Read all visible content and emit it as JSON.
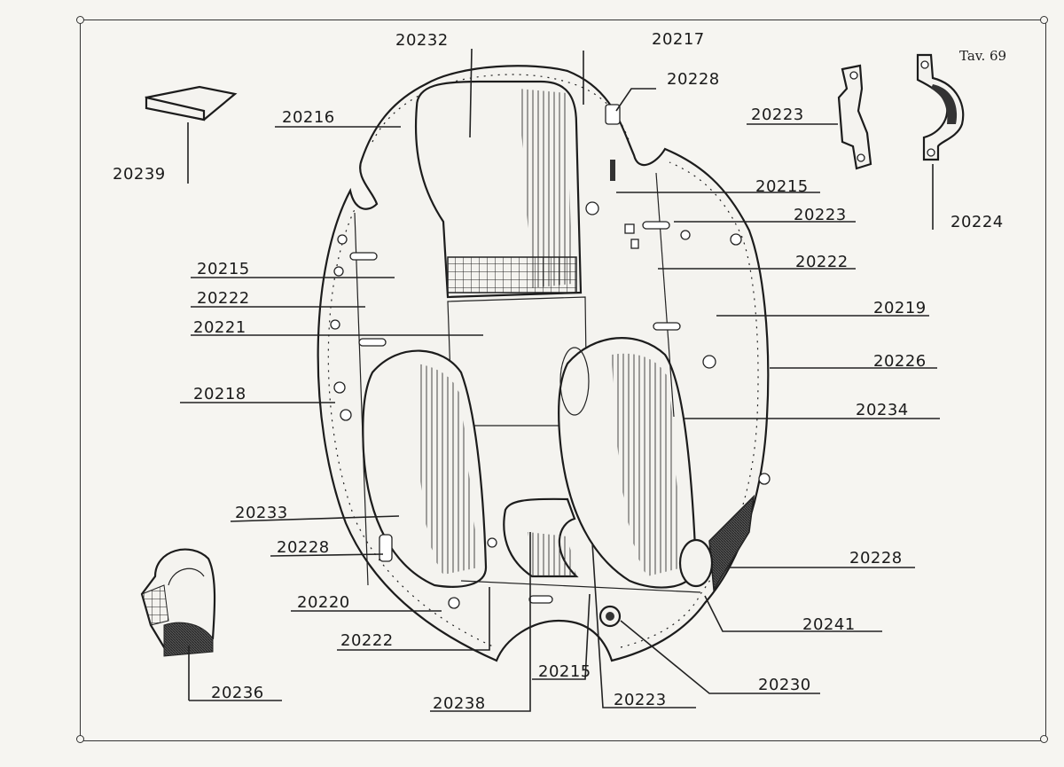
{
  "sheet": {
    "label": "Tav. 69"
  },
  "labels": [
    "20232",
    "20217",
    "20228",
    "20216",
    "20223",
    "20239",
    "20224",
    "20215",
    "20223",
    "20215",
    "20222",
    "20222",
    "20219",
    "20221",
    "20226",
    "20218",
    "20234",
    "20233",
    "20228",
    "20228",
    "20220",
    "20241",
    "20222",
    "20230",
    "20215",
    "20236",
    "20238",
    "20223"
  ]
}
